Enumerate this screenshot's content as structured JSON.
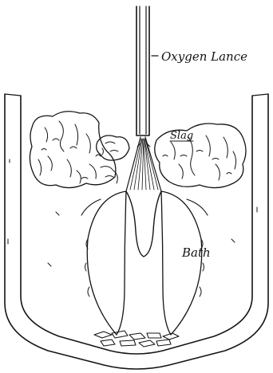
{
  "figure": {
    "labels": {
      "lance": "Oxygen Lance",
      "slag": "Slag",
      "bath": "Bath"
    }
  }
}
